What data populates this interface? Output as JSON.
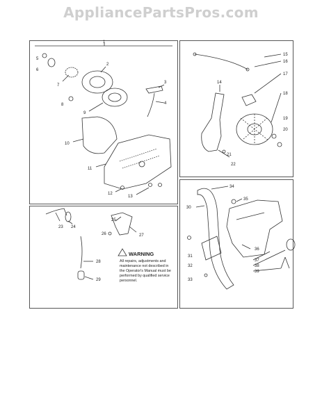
{
  "watermark": "AppliancePartsPros.com",
  "panels": {
    "top_left": {
      "header": "1"
    }
  },
  "callouts": {
    "p2": "2",
    "p3": "3",
    "p4": "4",
    "p5": "5",
    "p6": "6",
    "p7": "7",
    "p8": "8",
    "p9": "9",
    "p10": "10",
    "p11": "11",
    "p12": "12",
    "p13": "13",
    "p14": "14",
    "p15": "15",
    "p16": "16",
    "p17": "17",
    "p18": "18",
    "p19": "19",
    "p20": "20",
    "p21": "21",
    "p22": "22",
    "p23": "23",
    "p24": "24",
    "p25": "25",
    "p26": "26",
    "p27": "27",
    "p28": "28",
    "p29": "29",
    "p30": "30",
    "p31": "31",
    "p32": "32",
    "p33": "33",
    "p34": "34",
    "p35": "35",
    "p36": "36",
    "p37": "37",
    "p38": "38",
    "p39": "39"
  },
  "warning": {
    "title": "WARNING",
    "lines": [
      "All repairs, adjustments and",
      "maintenance not described in",
      "the Operator's Manual must be",
      "performed by qualified service",
      "personnel."
    ]
  }
}
